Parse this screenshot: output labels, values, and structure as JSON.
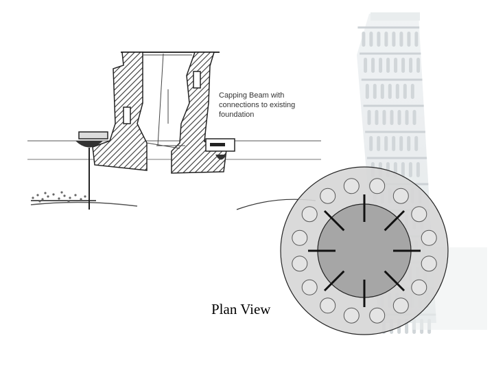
{
  "section_caption": [
    "Capping Beam with",
    "connections to existing",
    "foundation"
  ],
  "plan_view_label": "Plan View",
  "colors": {
    "outer_ring": "#d6d6d6",
    "inner_core": "#a6a6a6",
    "hatch": "#333333",
    "tower_tint": "#d8dde0"
  }
}
